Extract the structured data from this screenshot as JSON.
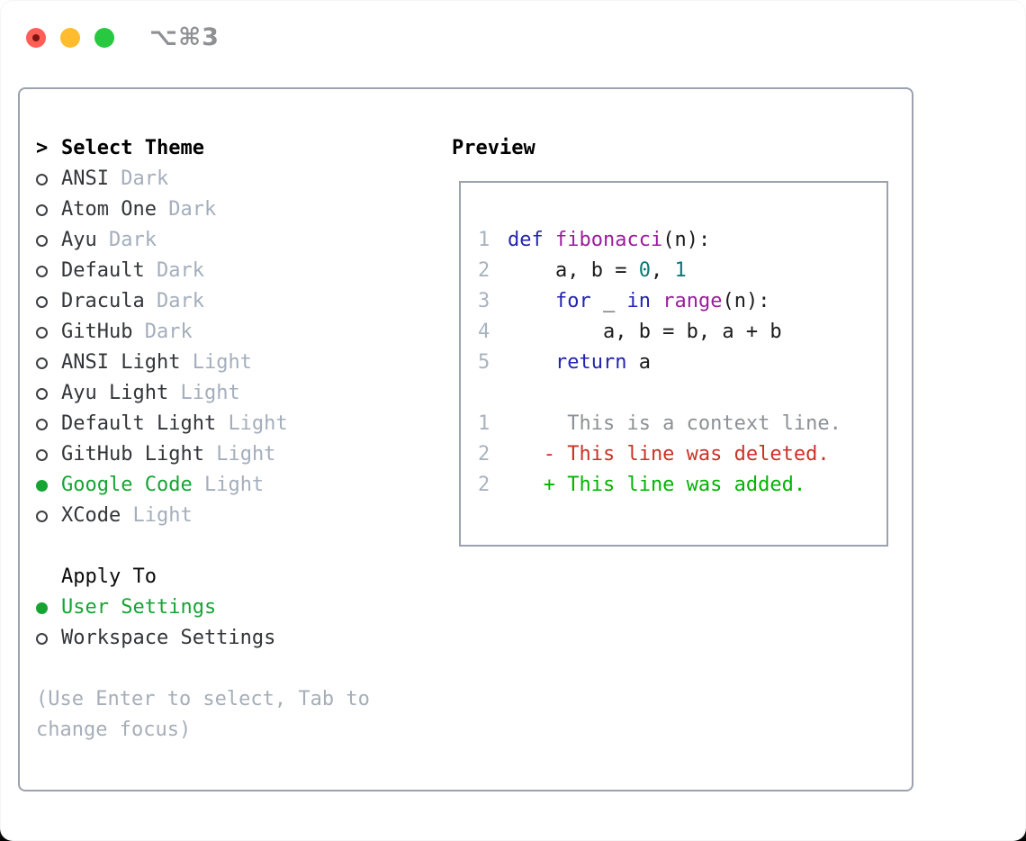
{
  "window": {
    "title": "⌥⌘3",
    "traffic_lights": [
      {
        "icon": "close-circle",
        "color": "#ff5f57"
      },
      {
        "icon": "minimize-circle",
        "color": "#febc2e"
      },
      {
        "icon": "zoom-circle",
        "color": "#28c840"
      }
    ]
  },
  "theme_panel": {
    "header_prefix": ">",
    "header": "Select Theme",
    "items": [
      {
        "name": "ANSI",
        "variant": "Dark",
        "selected": false
      },
      {
        "name": "Atom One",
        "variant": "Dark",
        "selected": false
      },
      {
        "name": "Ayu",
        "variant": "Dark",
        "selected": false
      },
      {
        "name": "Default",
        "variant": "Dark",
        "selected": false
      },
      {
        "name": "Dracula",
        "variant": "Dark",
        "selected": false
      },
      {
        "name": "GitHub",
        "variant": "Dark",
        "selected": false
      },
      {
        "name": "ANSI Light",
        "variant": "Light",
        "selected": false
      },
      {
        "name": "Ayu Light",
        "variant": "Light",
        "selected": false
      },
      {
        "name": "Default Light",
        "variant": "Light",
        "selected": false
      },
      {
        "name": "GitHub Light",
        "variant": "Light",
        "selected": false
      },
      {
        "name": "Google Code",
        "variant": "Light",
        "selected": true
      },
      {
        "name": "XCode",
        "variant": "Light",
        "selected": false
      }
    ],
    "apply_to": {
      "header": "Apply To",
      "options": [
        {
          "name": "User Settings",
          "selected": true
        },
        {
          "name": "Workspace Settings",
          "selected": false
        }
      ]
    },
    "help_lines": [
      "(Use Enter to select, Tab to",
      "change focus)"
    ]
  },
  "preview": {
    "header": "Preview",
    "code_lines": [
      {
        "num": "1",
        "tokens": [
          [
            "def",
            "kwd"
          ],
          [
            " ",
            "pln"
          ],
          [
            "fibonacci",
            "typ"
          ],
          [
            "(n):",
            "pln"
          ]
        ]
      },
      {
        "num": "2",
        "tokens": [
          [
            "    a, b = ",
            "pln"
          ],
          [
            "0",
            "lit"
          ],
          [
            ", ",
            "pln"
          ],
          [
            "1",
            "lit"
          ]
        ]
      },
      {
        "num": "3",
        "tokens": [
          [
            "    ",
            "pln"
          ],
          [
            "for",
            "kwd"
          ],
          [
            " _ ",
            "pln"
          ],
          [
            "in",
            "kwd"
          ],
          [
            " ",
            "pln"
          ],
          [
            "range",
            "typ"
          ],
          [
            "(n):",
            "pln"
          ]
        ]
      },
      {
        "num": "4",
        "tokens": [
          [
            "        a, b = b, a + b",
            "pln"
          ]
        ]
      },
      {
        "num": "5",
        "tokens": [
          [
            "    ",
            "pln"
          ],
          [
            "return",
            "kwd"
          ],
          [
            " a",
            "pln"
          ]
        ]
      },
      {
        "num": "",
        "tokens": []
      },
      {
        "num": "1",
        "tokens": [
          [
            "     This is a context line.",
            "ctx"
          ]
        ]
      },
      {
        "num": "2",
        "tokens": [
          [
            "   - This line was deleted.",
            "del"
          ]
        ]
      },
      {
        "num": "2",
        "tokens": [
          [
            "   + This line was added.",
            "add"
          ]
        ]
      }
    ]
  },
  "colors": {
    "accent_green": "#16a434",
    "diff_red": "#cb3227",
    "diff_green": "#03b303",
    "keyword": "#2323b2",
    "function_name": "#9b1d9b",
    "literal": "#0b7878",
    "plain": "#1b1b1b",
    "context_gray": "#8b9196",
    "line_number": "#a9b3bf",
    "panel_border": "#9aa3af"
  }
}
